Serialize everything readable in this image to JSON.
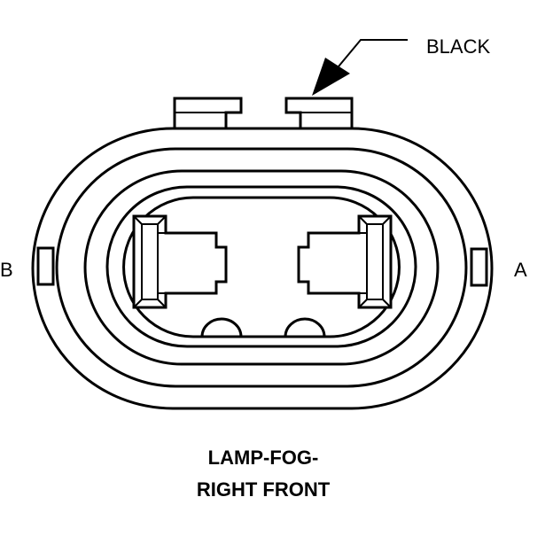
{
  "labels": {
    "wire_color": "BLACK",
    "terminal_b": "B",
    "terminal_a": "A"
  },
  "caption": {
    "line1": "LAMP-FOG-",
    "line2": "RIGHT FRONT"
  }
}
